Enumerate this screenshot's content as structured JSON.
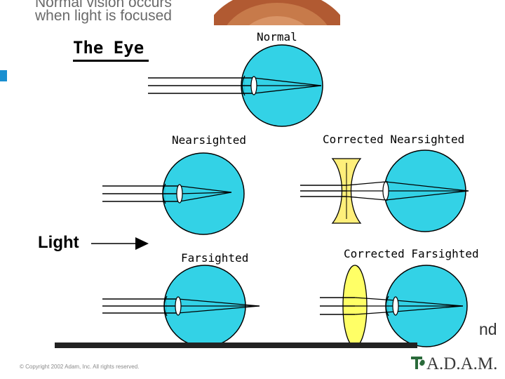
{
  "background_text": "Normal vision occurs\nwhen light is focused",
  "title": "The Eye",
  "labels": {
    "normal": "Normal",
    "nearsighted": "Nearsighted",
    "corrected_nearsighted": "Corrected Nearsighted",
    "farsighted": "Farsighted",
    "corrected_farsighted": "Corrected Farsighted",
    "light": "Light"
  },
  "partial_text": "nd",
  "copyright": "© Copyright 2002 Adam, Inc. All rights reserved.",
  "logo_text": "A.D.A.M.",
  "colors": {
    "eyeball": "#33d2e6",
    "concave_lens": "#ffef7a",
    "convex_lens": "#ffff66",
    "accent": "#1a8fd0"
  }
}
